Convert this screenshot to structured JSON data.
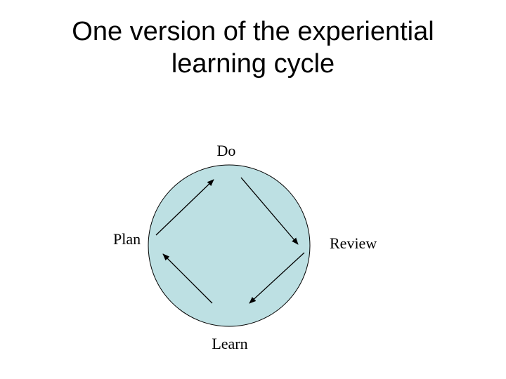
{
  "title": {
    "line1": "One version of the experiential",
    "line2": "learning cycle"
  },
  "cycle": {
    "fill_color": "#bde0e3",
    "stroke_color": "#000000",
    "stages": {
      "do": "Do",
      "review": "Review",
      "learn": "Learn",
      "plan": "Plan"
    }
  }
}
